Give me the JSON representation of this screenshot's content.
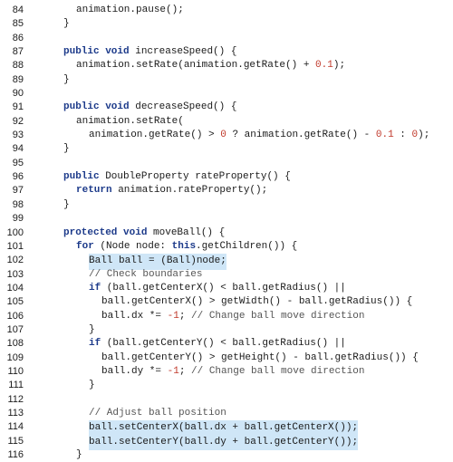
{
  "code_listing": {
    "lines": [
      {
        "num": "84",
        "indent": 2,
        "segments": [
          {
            "t": "animation.pause();",
            "c": "plain"
          }
        ]
      },
      {
        "num": "85",
        "indent": 1,
        "segments": [
          {
            "t": "}",
            "c": "plain"
          }
        ]
      },
      {
        "num": "86",
        "indent": 0,
        "segments": []
      },
      {
        "num": "87",
        "indent": 1,
        "segments": [
          {
            "t": "public void",
            "c": "kw"
          },
          {
            "t": " increaseSpeed() {",
            "c": "plain"
          }
        ]
      },
      {
        "num": "88",
        "indent": 2,
        "segments": [
          {
            "t": "animation.setRate(animation.getRate() + ",
            "c": "plain"
          },
          {
            "t": "0.1",
            "c": "num"
          },
          {
            "t": ");",
            "c": "plain"
          }
        ]
      },
      {
        "num": "89",
        "indent": 1,
        "segments": [
          {
            "t": "}",
            "c": "plain"
          }
        ]
      },
      {
        "num": "90",
        "indent": 0,
        "segments": []
      },
      {
        "num": "91",
        "indent": 1,
        "segments": [
          {
            "t": "public void",
            "c": "kw"
          },
          {
            "t": " decreaseSpeed() {",
            "c": "plain"
          }
        ]
      },
      {
        "num": "92",
        "indent": 2,
        "segments": [
          {
            "t": "animation.setRate(",
            "c": "plain"
          }
        ]
      },
      {
        "num": "93",
        "indent": 3,
        "segments": [
          {
            "t": "animation.getRate() > ",
            "c": "plain"
          },
          {
            "t": "0",
            "c": "num"
          },
          {
            "t": " ? animation.getRate() - ",
            "c": "plain"
          },
          {
            "t": "0.1",
            "c": "num"
          },
          {
            "t": " : ",
            "c": "plain"
          },
          {
            "t": "0",
            "c": "num"
          },
          {
            "t": ");",
            "c": "plain"
          }
        ]
      },
      {
        "num": "94",
        "indent": 1,
        "segments": [
          {
            "t": "}",
            "c": "plain"
          }
        ]
      },
      {
        "num": "95",
        "indent": 0,
        "segments": []
      },
      {
        "num": "96",
        "indent": 1,
        "segments": [
          {
            "t": "public",
            "c": "kw"
          },
          {
            "t": " DoubleProperty rateProperty() {",
            "c": "plain"
          }
        ]
      },
      {
        "num": "97",
        "indent": 2,
        "segments": [
          {
            "t": "return",
            "c": "kw"
          },
          {
            "t": " animation.rateProperty();",
            "c": "plain"
          }
        ]
      },
      {
        "num": "98",
        "indent": 1,
        "segments": [
          {
            "t": "}",
            "c": "plain"
          }
        ]
      },
      {
        "num": "99",
        "indent": 0,
        "segments": []
      },
      {
        "num": "100",
        "indent": 1,
        "segments": [
          {
            "t": "protected void",
            "c": "kw"
          },
          {
            "t": " moveBall() {",
            "c": "plain"
          }
        ]
      },
      {
        "num": "101",
        "indent": 2,
        "segments": [
          {
            "t": "for",
            "c": "kw"
          },
          {
            "t": " (Node node: ",
            "c": "plain"
          },
          {
            "t": "this",
            "c": "kw"
          },
          {
            "t": ".getChildren()) {",
            "c": "plain"
          }
        ]
      },
      {
        "num": "102",
        "indent": 3,
        "highlight": true,
        "segments": [
          {
            "t": "Ball ball = (Ball)node;",
            "c": "plain"
          }
        ]
      },
      {
        "num": "103",
        "indent": 3,
        "segments": [
          {
            "t": "// Check boundaries",
            "c": "cm"
          }
        ]
      },
      {
        "num": "104",
        "indent": 3,
        "segments": [
          {
            "t": "if",
            "c": "kw"
          },
          {
            "t": " (ball.getCenterX() < ball.getRadius() ||",
            "c": "plain"
          }
        ]
      },
      {
        "num": "105",
        "indent": 4,
        "segments": [
          {
            "t": "ball.getCenterX() > getWidth() - ball.getRadius()) {",
            "c": "plain"
          }
        ]
      },
      {
        "num": "106",
        "indent": 4,
        "segments": [
          {
            "t": "ball.dx *= ",
            "c": "plain"
          },
          {
            "t": "-1",
            "c": "num"
          },
          {
            "t": "; ",
            "c": "plain"
          },
          {
            "t": "// Change ball move direction",
            "c": "cm"
          }
        ]
      },
      {
        "num": "107",
        "indent": 3,
        "segments": [
          {
            "t": "}",
            "c": "plain"
          }
        ]
      },
      {
        "num": "108",
        "indent": 3,
        "segments": [
          {
            "t": "if",
            "c": "kw"
          },
          {
            "t": " (ball.getCenterY() < ball.getRadius() ||",
            "c": "plain"
          }
        ]
      },
      {
        "num": "109",
        "indent": 4,
        "segments": [
          {
            "t": "ball.getCenterY() > getHeight() - ball.getRadius()) {",
            "c": "plain"
          }
        ]
      },
      {
        "num": "110",
        "indent": 4,
        "segments": [
          {
            "t": "ball.dy *= ",
            "c": "plain"
          },
          {
            "t": "-1",
            "c": "num"
          },
          {
            "t": "; ",
            "c": "plain"
          },
          {
            "t": "// Change ball move direction",
            "c": "cm"
          }
        ]
      },
      {
        "num": "111",
        "indent": 3,
        "segments": [
          {
            "t": "}",
            "c": "plain"
          }
        ]
      },
      {
        "num": "112",
        "indent": 0,
        "segments": []
      },
      {
        "num": "113",
        "indent": 3,
        "segments": [
          {
            "t": "// Adjust ball position",
            "c": "cm"
          }
        ]
      },
      {
        "num": "114",
        "indent": 3,
        "highlight": true,
        "segments": [
          {
            "t": "ball.setCenterX(ball.dx + ball.getCenterX());",
            "c": "plain"
          }
        ]
      },
      {
        "num": "115",
        "indent": 3,
        "highlight": true,
        "segments": [
          {
            "t": "ball.setCenterY(ball.dy + ball.getCenterY());",
            "c": "plain"
          }
        ]
      },
      {
        "num": "116",
        "indent": 2,
        "segments": [
          {
            "t": "}",
            "c": "plain"
          }
        ]
      }
    ]
  },
  "colors": {
    "keyword": "#1c3a8a",
    "number": "#c0392b",
    "comment": "#555555",
    "highlight": "#cfe6f7"
  }
}
